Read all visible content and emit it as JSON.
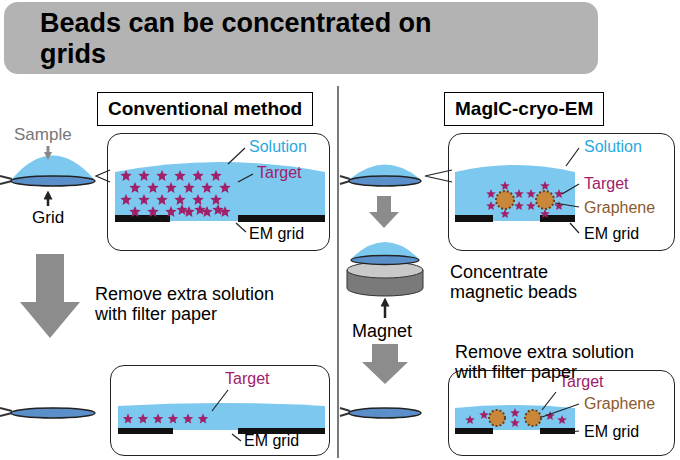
{
  "diagram": {
    "title": "Beads can be concentrated on grids",
    "nodes": [
      {
        "text": [
          "Conventional method"
        ]
      },
      {
        "text": [
          "MagIC-cryo-EM"
        ]
      },
      {
        "text": [
          "Solution",
          "Target",
          "EM grid"
        ]
      },
      {
        "text": [
          "Target",
          "EM grid"
        ]
      },
      {
        "text": [
          "Solution",
          "Target",
          "Graphene",
          "EM grid"
        ]
      },
      {
        "text": [
          "Target",
          "Graphene",
          "EM grid"
        ]
      }
    ],
    "labels": [
      "Sample",
      "Grid",
      "Remove extra solution with filter paper",
      "Concentrate magnetic beads",
      "Magnet",
      "Remove extra solution with filter paper"
    ]
  }
}
